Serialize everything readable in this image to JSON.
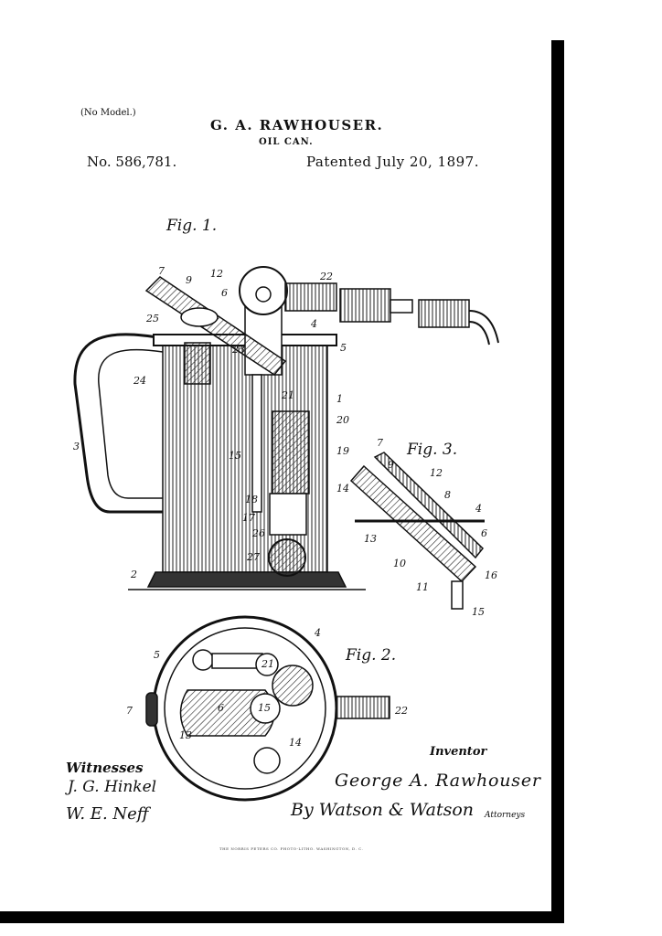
{
  "header": {
    "no_model": "(No Model.)",
    "inventor_name": "G. A. RAWHOUSER.",
    "title": "OIL CAN.",
    "patent_number": "No. 586,781.",
    "patent_date": "Patented July 20, 1897."
  },
  "figures": {
    "fig1": "Fig. 1.",
    "fig2": "Fig. 2.",
    "fig3": "Fig. 3."
  },
  "fig1_numerals": [
    "7",
    "9",
    "12",
    "6",
    "22",
    "25",
    "4",
    "23",
    "5",
    "24",
    "21",
    "1",
    "20",
    "3",
    "15",
    "19",
    "14",
    "18",
    "17",
    "26",
    "27",
    "2"
  ],
  "fig3_numerals": [
    "7",
    "9",
    "12",
    "8",
    "4",
    "6",
    "13",
    "10",
    "16",
    "11",
    "15"
  ],
  "fig2_numerals": [
    "4",
    "5",
    "21",
    "7",
    "6",
    "15",
    "22",
    "13",
    "14"
  ],
  "signatures": {
    "witnesses_label": "Witnesses",
    "witness1": "J. G. Hinkel",
    "witness2": "W. E. Neff",
    "inventor_label": "Inventor",
    "inventor_signature": "George A. Rawhouser",
    "attorney_signature": "By Watson & Watson",
    "attorneys_label": "Attorneys"
  },
  "footer": "THE NORRIS PETERS CO. PHOTO-LITHO. WASHINGTON, D. C."
}
